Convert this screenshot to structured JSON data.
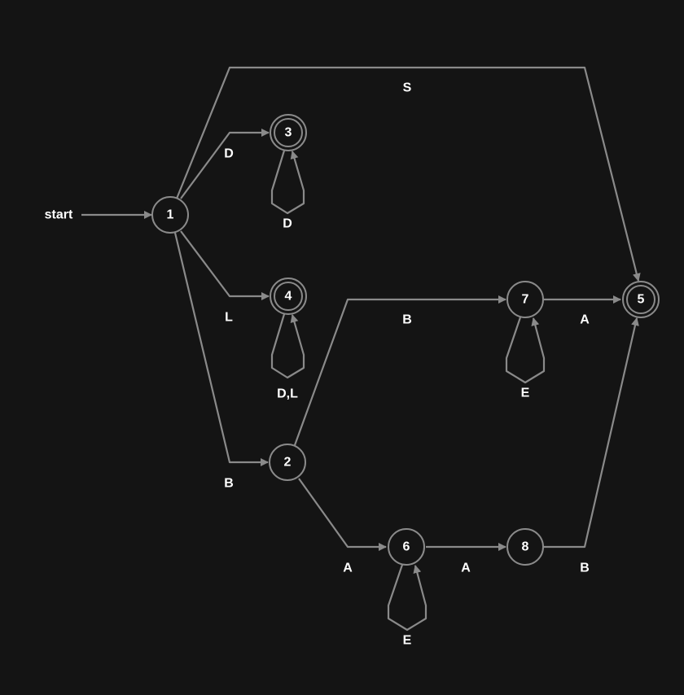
{
  "start_label": "start",
  "states": {
    "s1": "1",
    "s2": "2",
    "s3": "3",
    "s4": "4",
    "s5": "5",
    "s6": "6",
    "s7": "7",
    "s8": "8"
  },
  "accepting_states": [
    "3",
    "4",
    "5"
  ],
  "transitions": {
    "t_1_5": "S",
    "t_1_3": "D",
    "t_3_3": "D",
    "t_1_4": "L",
    "t_4_4": "D,L",
    "t_1_2": "B",
    "t_2_7": "B",
    "t_7_5": "A",
    "t_7_7": "E",
    "t_2_6": "A",
    "t_6_6": "E",
    "t_6_8": "A",
    "t_8_5": "B"
  },
  "colors": {
    "background": "#141414",
    "stroke": "#8a8a8a",
    "text": "#ffffff"
  }
}
